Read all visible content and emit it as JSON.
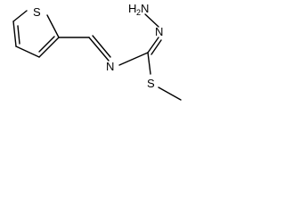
{
  "molecule": {
    "atoms": {
      "thiophene_s": "S",
      "chain_s": "S",
      "imine_n": "N",
      "hydrazone_n": "N",
      "amine_h": "H",
      "amine_h_count": "2",
      "amine_n": "N"
    }
  }
}
